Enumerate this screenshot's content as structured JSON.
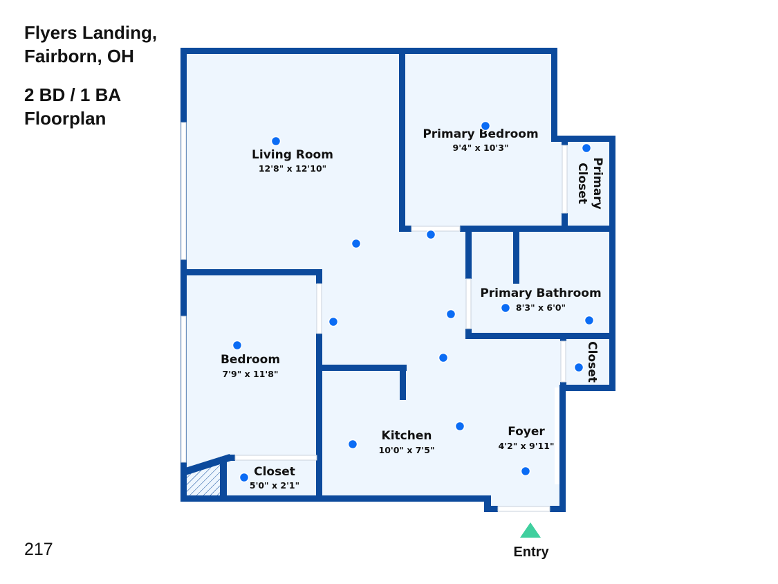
{
  "header": {
    "title_line1": "Flyers Landing,",
    "title_line2": "Fairborn, OH",
    "subtitle_line1": "2 BD / 1 BA",
    "subtitle_line2": "Floorplan"
  },
  "unit_number": "217",
  "colors": {
    "wall": "#0c4a9c",
    "floor": "#eef6fe",
    "marker": "#0b6cf4",
    "entry_arrow": "#3fcf9e"
  },
  "rooms": [
    {
      "name": "Living Room",
      "dims": "12'8\" x 12'10\""
    },
    {
      "name": "Primary Bedroom",
      "dims": "9'4\" x 10'3\""
    },
    {
      "name": "Primary Closet",
      "name_line1": "Primary",
      "name_line2": "Closet"
    },
    {
      "name": "Primary Bathroom",
      "dims": "8'3\" x 6'0\""
    },
    {
      "name": "Closet"
    },
    {
      "name": "Bedroom",
      "dims": "7'9\" x 11'8\""
    },
    {
      "name": "Kitchen",
      "dims": "10'0\" x 7'5\""
    },
    {
      "name": "Foyer",
      "dims": "4'2\" x 9'11\""
    },
    {
      "name": "Closet",
      "dims": "5'0\" x 2'1\""
    }
  ],
  "entry_label": "Entry",
  "marker_icon": "camera-viewpoint-dot"
}
